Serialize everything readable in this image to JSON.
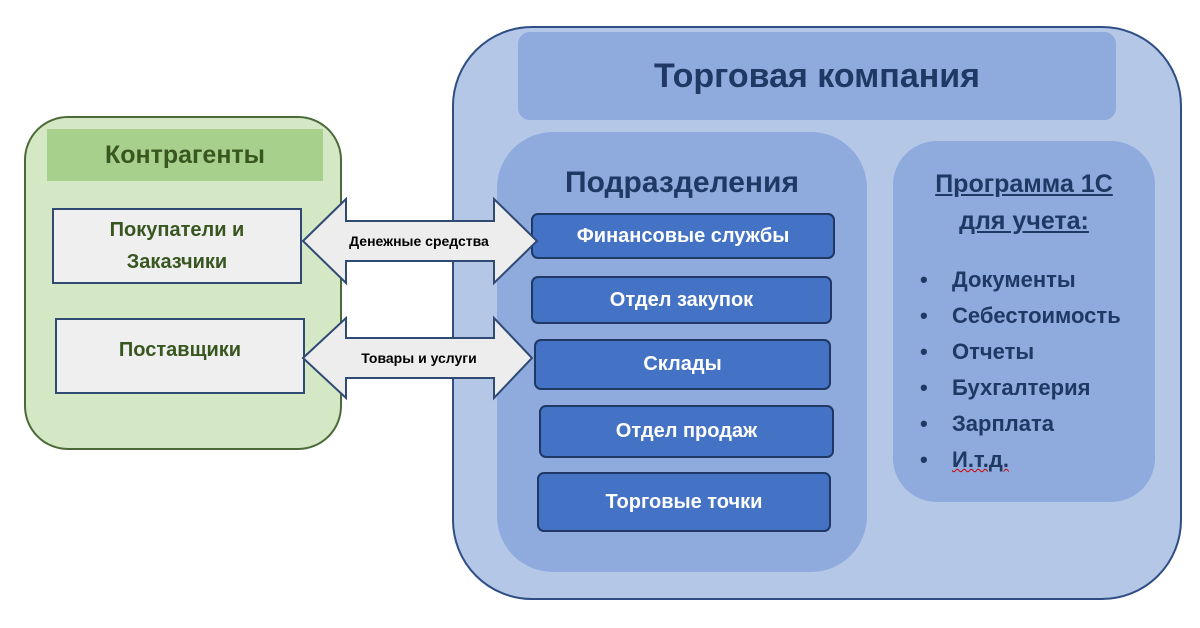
{
  "counterparties": {
    "title": "Контрагенты",
    "buyers_line1": "Покупатели и",
    "buyers_line2": "Заказчики",
    "suppliers": "Поставщики"
  },
  "flows": {
    "money": "Денежные средства",
    "goods": "Товары и услуги"
  },
  "company": {
    "title": "Торговая компания",
    "divisions_title": "Подразделения",
    "divisions": [
      "Финансовые службы",
      "Отдел закупок",
      "Склады",
      "Отдел продаж",
      "Торговые точки"
    ],
    "program_title_line1": "Программа 1С",
    "program_title_line2": "для учета:",
    "program_items": [
      "Документы",
      "Себестоимость",
      "Отчеты",
      "Бухгалтерия",
      "Зарплата",
      "И.т.д."
    ]
  },
  "colors": {
    "counterparties_bg": "#d5e8c6",
    "counterparties_header": "#a8d08d",
    "company_bg": "#b4c7e7",
    "divisions_bg": "#8faadc",
    "department_fill": "#4472c4",
    "title_text": "#1f3864"
  }
}
